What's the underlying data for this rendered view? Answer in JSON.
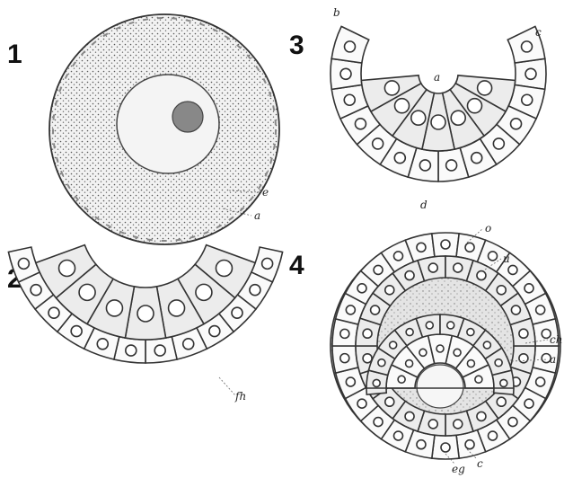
{
  "panels": [
    {
      "number": "1",
      "labels": [
        "e",
        "a"
      ]
    },
    {
      "number": "2",
      "labels": [
        "fh"
      ]
    },
    {
      "number": "3",
      "labels": [
        "b",
        "a",
        "c",
        "d"
      ]
    },
    {
      "number": "4",
      "labels": [
        "o",
        "u",
        "ch",
        "a",
        "eg",
        "c"
      ]
    }
  ],
  "colors": {
    "ink": "#333333",
    "cell_fill": "#fafafa",
    "shade": "#d9d9d9"
  }
}
